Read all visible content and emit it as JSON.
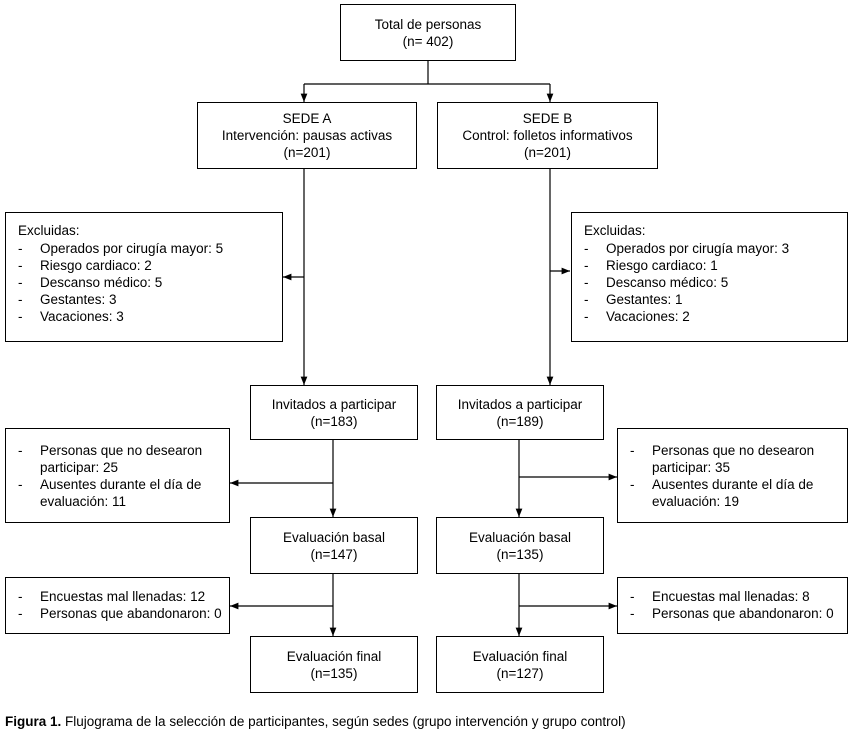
{
  "total": {
    "title": "Total de personas",
    "n": "(n= 402)"
  },
  "sede_a": {
    "title": "SEDE A",
    "subtitle": "Intervención: pausas activas",
    "n": "(n=201)"
  },
  "sede_b": {
    "title": "SEDE B",
    "subtitle": "Control: folletos informativos",
    "n": "(n=201)"
  },
  "excl_a": {
    "title": "Excluidas:",
    "items": [
      "Operados por cirugía mayor: 5",
      "Riesgo cardiaco: 2",
      "Descanso médico: 5",
      "Gestantes: 3",
      "Vacaciones: 3"
    ]
  },
  "excl_b": {
    "title": "Excluidas:",
    "items": [
      "Operados por cirugía mayor: 3",
      "Riesgo cardiaco: 1",
      "Descanso médico: 5",
      "Gestantes: 1",
      "Vacaciones: 2"
    ]
  },
  "inv_a": {
    "title": "Invitados a participar",
    "n": "(n=183)"
  },
  "inv_b": {
    "title": "Invitados a participar",
    "n": "(n=189)"
  },
  "nodesea_a": {
    "items": [
      "Personas que no desearon participar: 25",
      "Ausentes durante el día de evaluación: 11"
    ]
  },
  "nodesea_b": {
    "items": [
      "Personas que no desearon participar: 35",
      "Ausentes durante el día de evaluación: 19"
    ]
  },
  "basal_a": {
    "title": "Evaluación basal",
    "n": "(n=147)"
  },
  "basal_b": {
    "title": "Evaluación basal",
    "n": "(n=135)"
  },
  "mal_a": {
    "items": [
      "Encuestas mal llenadas: 12",
      "Personas que abandonaron: 0"
    ]
  },
  "mal_b": {
    "items": [
      "Encuestas mal llenadas: 8",
      "Personas que abandonaron: 0"
    ]
  },
  "final_a": {
    "title": "Evaluación final",
    "n": "(n=135)"
  },
  "final_b": {
    "title": "Evaluación final",
    "n": "(n=127)"
  },
  "caption": {
    "label": "Figura 1.",
    "text": " Flujograma de la selección de participantes, según sedes (grupo intervención y grupo control)"
  }
}
